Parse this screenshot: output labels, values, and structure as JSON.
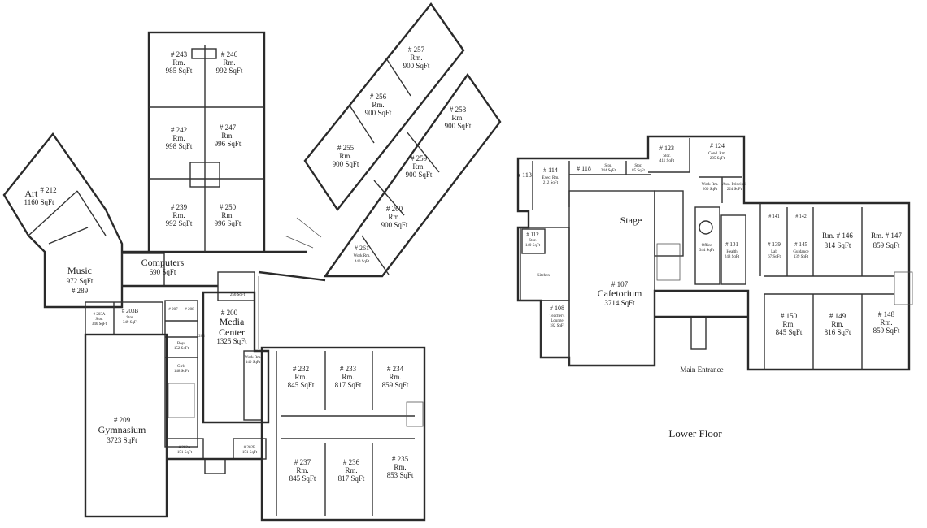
{
  "upper_floor": {
    "rooms": [
      {
        "lines": [
          "# 243",
          "Rm.",
          "985 SqFt"
        ]
      },
      {
        "lines": [
          "# 246",
          "Rm.",
          "992 SqFt"
        ]
      },
      {
        "lines": [
          "# 242",
          "Rm.",
          "998 SqFt"
        ]
      },
      {
        "lines": [
          "# 247",
          "Rm.",
          "996 SqFt"
        ]
      },
      {
        "lines": [
          "# 239",
          "Rm.",
          "992 SqFt"
        ]
      },
      {
        "lines": [
          "# 250",
          "Rm.",
          "996 SqFt"
        ]
      },
      {
        "lines": [
          "# 257",
          "Rm.",
          "900 SqFt"
        ]
      },
      {
        "lines": [
          "# 256",
          "Rm.",
          "900 SqFt"
        ]
      },
      {
        "lines": [
          "# 258",
          "Rm.",
          "900 SqFt"
        ]
      },
      {
        "lines": [
          "# 255",
          "Rm.",
          "900 SqFt"
        ]
      },
      {
        "lines": [
          "# 259",
          "Rm.",
          "900 SqFt"
        ]
      },
      {
        "lines": [
          "# 260",
          "Rm.",
          "900 SqFt"
        ]
      },
      {
        "lines": [
          "# 232",
          "Rm.",
          "845 SqFt"
        ]
      },
      {
        "lines": [
          "# 233",
          "Rm.",
          "817 SqFt"
        ]
      },
      {
        "lines": [
          "# 234",
          "Rm.",
          "859 SqFt"
        ]
      },
      {
        "lines": [
          "# 237",
          "Rm.",
          "845 SqFt"
        ]
      },
      {
        "lines": [
          "# 236",
          "Rm.",
          "817 SqFt"
        ]
      },
      {
        "lines": [
          "# 235",
          "Rm.",
          "853 SqFt"
        ]
      }
    ],
    "art": {
      "name": "Art",
      "number": "# 212",
      "area": "1160 SqFt"
    },
    "music": {
      "name": "Music",
      "area": "972 SqFt",
      "number": "# 289"
    },
    "computers": {
      "name": "Computers",
      "area": "690 SqFt"
    },
    "media": {
      "number": "# 200",
      "name1": "Media",
      "name2": "Center",
      "area": "1325 SqFt"
    },
    "gym": {
      "number": "# 209",
      "name": "Gymnasium",
      "area": "3723 SqFt"
    },
    "small": {
      "work_261": [
        "# 261",
        "Work Rm.",
        "440 SqFt"
      ],
      "s256": "256 SqFt",
      "r203a": [
        "# 203A",
        "Stor.",
        "346 SqFt"
      ],
      "r203b": [
        "# 203B",
        "Stor.",
        "349 SqFt"
      ],
      "r207": "# 207",
      "r208": "# 208",
      "boys": [
        "Boys",
        "152 SqFt"
      ],
      "girls": [
        "Girls",
        "148 SqFt"
      ],
      "r205": "205",
      "workrm": [
        "Work Rm.",
        "140 SqFt"
      ],
      "r202a": [
        "# 202A",
        "151 SqFt"
      ],
      "r202b": [
        "# 202B",
        "151 SqFt"
      ]
    }
  },
  "lower_floor": {
    "title": "Lower Floor",
    "stage": "Stage",
    "cafetorium": {
      "number": "# 107",
      "name": "Cafetorium",
      "area": "3714 SqFt"
    },
    "main_entrance": "Main Entrance",
    "rooms": [
      {
        "lines": [
          "# 150",
          "Rm.",
          "845 SqFt"
        ]
      },
      {
        "lines": [
          "# 149",
          "Rm.",
          "816 SqFt"
        ]
      },
      {
        "lines": [
          "# 148",
          "Rm.",
          "859 SqFt"
        ]
      },
      {
        "lines": [
          "Rm. # 146",
          "814 SqFt"
        ]
      },
      {
        "lines": [
          "Rm. # 147",
          "859 SqFt"
        ]
      }
    ],
    "small": {
      "r113": "# 113",
      "r114": [
        "# 114",
        "Exec. Rm.",
        "212 SqFt"
      ],
      "r118": "# 118",
      "stor244": [
        "Stor.",
        "244 SqFt"
      ],
      "stor85": [
        "Stor.",
        "85 SqFt"
      ],
      "r123": [
        "# 123",
        "Stor.",
        "411 SqFt"
      ],
      "r124": [
        "# 124",
        "Cond. Rm.",
        "205 SqFt"
      ],
      "r112": [
        "# 112",
        "Stor.",
        "140 SqFt"
      ],
      "kitchen": "Kitchen",
      "r108": [
        "# 108",
        "Teacher's",
        "Lounge",
        "182 SqFt"
      ],
      "office": [
        "Office",
        "344 SqFt"
      ],
      "r101": [
        "# 101",
        "Health",
        "248 SqFt"
      ],
      "workrm": [
        "Work Rm.",
        "200 SqFt"
      ],
      "asst": [
        "Asst. Principal",
        "224 SqFt"
      ],
      "r139": [
        "# 139",
        "Lab",
        "67 SqFt"
      ],
      "r145": [
        "# 145",
        "Guidance",
        "139 SqFt"
      ],
      "r142": "# 142",
      "r141": "# 141"
    }
  }
}
